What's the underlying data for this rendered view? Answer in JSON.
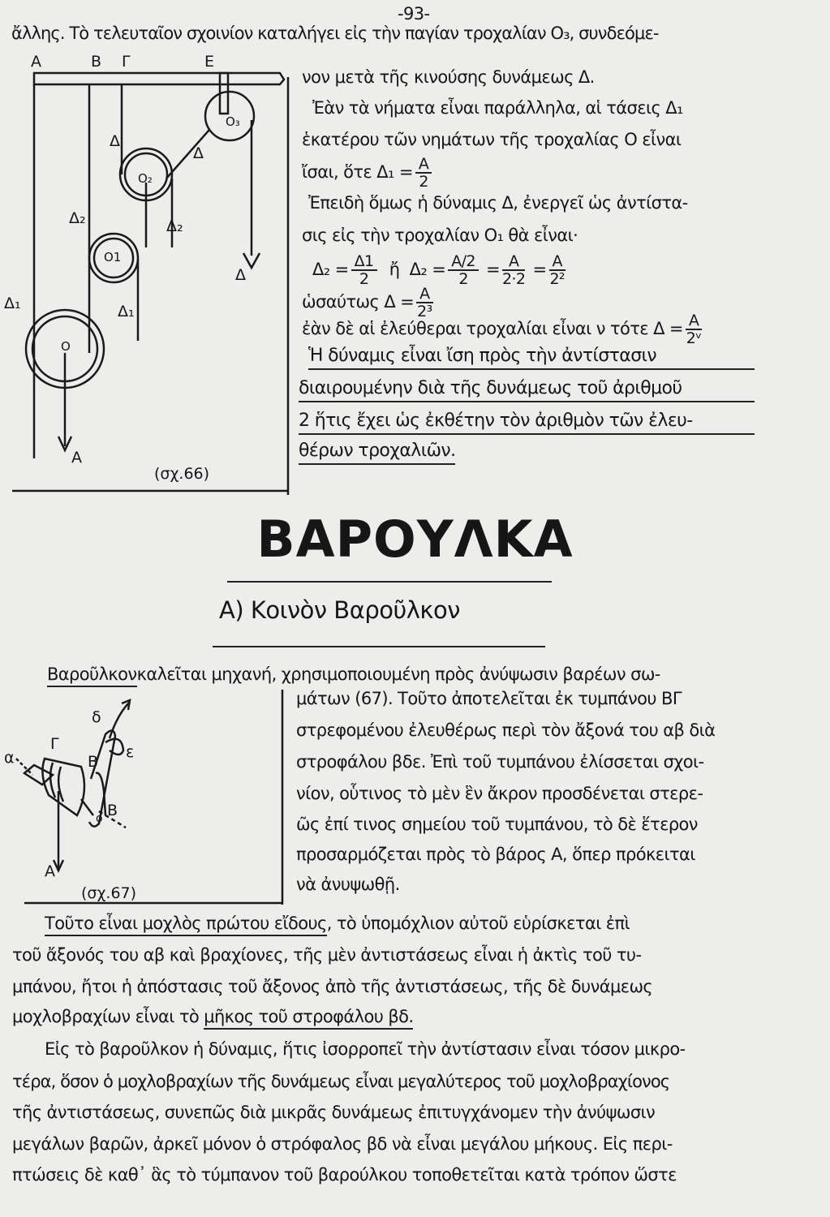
{
  "page_number": "-93-",
  "top_line": "ἄλλης. Τὸ τελευταῖον σχοινίον καταλήγει εἰς τὴν παγίαν τροχαλίαν O₃, συνδεόμε-",
  "figure66": {
    "labels": {
      "A": "Α",
      "B": "Β",
      "G": "Γ",
      "E": "Ε",
      "O3": "O₃",
      "O2": "O₂",
      "O1": "O1",
      "O": "O",
      "D": "Δ",
      "D2": "Δ₂",
      "D1": "Δ₁",
      "load": "Α"
    },
    "caption": "(σχ.66)"
  },
  "right_column": {
    "l1": "νον μετὰ τῆς κινούσης δυνάμεως Δ.",
    "l2": "Ἐὰν τὰ νήματα εἶναι παράλληλα, αἱ τάσεις Δ₁",
    "l3": "ἑκατέρου τῶν νημάτων τῆς τροχαλίας O εἶναι",
    "l4_text": "ἴσαι, ὅτε Δ₁ =",
    "l4_num": "Α",
    "l4_den": "2",
    "l5": "Ἐπειδὴ ὅμως ἡ δύναμις Δ, ἐνεργεῖ ὡς ἀντίστα-",
    "l6": "σις εἰς τὴν τροχαλίαν O₁ θὰ εἶναι·",
    "formula": {
      "a": "Δ₂ =",
      "f1n": "Δ1",
      "f1d": "2",
      "or": "ἤ",
      "b": "Δ₂ =",
      "f2n": "Α/2",
      "f2d": "2",
      "eq": "=",
      "f3n": "Α",
      "f3d": "2·2",
      "f4n": "Α",
      "f4d": "2²"
    },
    "l8_text": "ὡσαύτως Δ =",
    "l8_num": "Α",
    "l8_den": "2³",
    "l9_text": "ἐὰν δὲ αἱ ἐλεύθεραι τροχαλίαι εἶναι ν τότε Δ =",
    "l9_num": "Α",
    "l9_den": "2ᵛ",
    "rule1": "Ἡ δύναμις εἶναι ἴση πρὸς τὴν ἀντίστασιν",
    "rule2": "διαιρουμένην διὰ τῆς δυνάμεως τοῦ ἀριθμοῦ",
    "rule3": "2 ἥτις ἔχει ὡς ἐκθέτην τὸν ἀριθμὸν τῶν ἐλευ-",
    "rule4": "θέρων τροχαλιῶν."
  },
  "title": "ΒΑΡΟΥΛΚΑ",
  "subtitle": "Α) Κοινὸν Βαροῦλκον",
  "definition": {
    "term": "Βαροῦλκον",
    "rest": "καλεῖται μηχανή, χρησιμοποιουμένη πρὸς ἀνύψωσιν βαρέων σω-"
  },
  "figure67": {
    "labels": {
      "a": "α",
      "g": "Γ",
      "d": "δ",
      "e": "ε",
      "B1": "Β",
      "B2": "Β",
      "o": "ο",
      "A": "Α"
    },
    "caption": "(σχ.67)"
  },
  "fig67_text": [
    "μάτων (67). Τοῦτο ἀποτελεῖται ἐκ τυμπάνου ΒΓ",
    "στρεφομένου ἐλευθέρως περὶ τὸν ἄξονά του αβ διὰ",
    "στροφάλου βδε. Ἐπὶ τοῦ τυμπάνου ἐλίσσεται σχοι-",
    "νίον, οὗτινος τὸ μὲν ἓν ἄκρον προσδένεται στερε-",
    "ῶς ἐπί τινος σημείου τοῦ τυμπάνου, τὸ δὲ ἕτερον",
    "προσαρμόζεται πρὸς τὸ βάρος Α, ὅπερ πρόκειται",
    "νὰ ἀνυψωθῇ."
  ],
  "para1": {
    "u1": "Τοῦτο εἶναι μοχλὸς πρώτου εἴδους",
    "l1rest": ", τὸ ὑπομόχλιον αὐτοῦ εὑρίσκεται ἐπὶ",
    "l2": "τοῦ ἄξονός του αβ καὶ βραχίονες, τῆς μὲν ἀντιστάσεως εἶναι ἡ ἀκτὶς τοῦ τυ-",
    "l3": "μπάνου, ἤτοι ἡ ἀπόστασις τοῦ ἄξονος ἀπὸ τῆς ἀντιστάσεως, τῆς δὲ δυνάμεως",
    "l4a": "μοχλοβραχίων εἶναι τὸ",
    "l4u": "μῆκος τοῦ στροφάλου βδ."
  },
  "para2": [
    "Εἰς τὸ βαροῦλκον ἡ δύναμις, ἥτις ἰσορροπεῖ τὴν ἀντίστασιν εἶναι τόσον μικρο-",
    "τέρα, ὅσον ὁ μοχλοβραχίων τῆς δυνάμεως εἶναι μεγαλύτερος τοῦ μοχλοβραχίονος",
    "τῆς ἀντιστάσεως, συνεπῶς διὰ μικρᾶς δυνάμεως ἐπιτυγχάνομεν τὴν ἀνύψωσιν",
    "μεγάλων βαρῶν, ἀρκεῖ μόνον ὁ στρόφαλος βδ νὰ εἶναι μεγάλου μήκους. Εἰς περι-",
    "πτώσεις δὲ καθ᾽ ἃς τὸ τύμπανον τοῦ βαρούλκου τοποθετεῖται κατὰ τρόπον ὥστε"
  ]
}
